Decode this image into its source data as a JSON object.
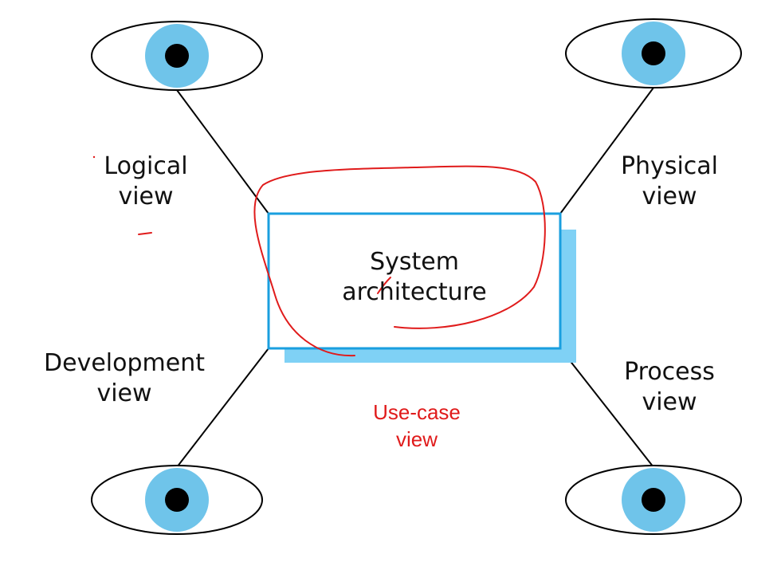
{
  "center_box": {
    "line1": "System",
    "line2": "architecture"
  },
  "views": {
    "logical": {
      "line1": "Logical",
      "line2": "view"
    },
    "physical": {
      "line1": "Physical",
      "line2": "view"
    },
    "development": {
      "line1": "Development",
      "line2": "view"
    },
    "process": {
      "line1": "Process",
      "line2": "view"
    },
    "use_case": {
      "line1": "Use-case",
      "line2": "view"
    }
  },
  "colors": {
    "box_border": "#1a9fdf",
    "box_shadow": "#7fd1f5",
    "iris": "#6fc4ea",
    "pupil": "#000000",
    "annotation_red": "#e01b1b",
    "use_case_text": "#e01b1b"
  },
  "icons": [
    "eye-icon",
    "eye-icon",
    "eye-icon",
    "eye-icon"
  ]
}
